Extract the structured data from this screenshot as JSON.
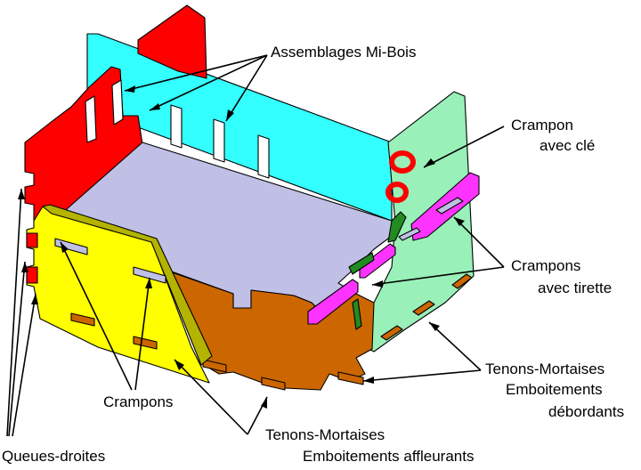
{
  "labels": {
    "assemblages": "Assemblages Mi-Bois",
    "crampon_cle_1": "Crampon",
    "crampon_cle_2": "avec clé",
    "crampons_tirette_1": "Crampons",
    "crampons_tirette_2": "avec tirette",
    "tenons_debordants_1": "Tenons-Mortaises",
    "tenons_debordants_2": "Emboitements",
    "tenons_debordants_3": "débordants",
    "crampons": "Crampons",
    "tenons_affleurants_1": "Tenons-Mortaises",
    "tenons_affleurants_2": "Emboitements affleurants",
    "queues_droites": "Queues-droites"
  },
  "colors": {
    "red": "#ff0000",
    "cyan": "#33ffff",
    "green": "#99f0b8",
    "magenta": "#ff33ff",
    "yellow": "#ffff00",
    "olive": "#b3b300",
    "orange": "#cc6600",
    "floor": "#c0c0e6",
    "darkgreen": "#228b22"
  }
}
